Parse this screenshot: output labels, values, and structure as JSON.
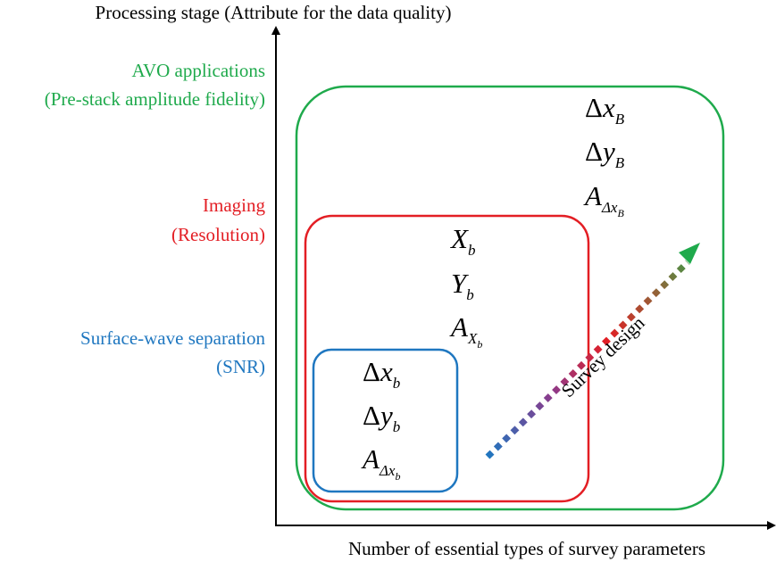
{
  "axes": {
    "y_title": "Processing stage (Attribute for the data quality)",
    "x_title": "Number of essential types of survey parameters"
  },
  "stages": [
    {
      "id": "avo",
      "line1": "AVO applications",
      "line2": "(Pre-stack amplitude fidelity)",
      "color": "#1faa4c"
    },
    {
      "id": "imaging",
      "line1": "Imaging",
      "line2": "(Resolution)",
      "color": "#e31e24"
    },
    {
      "id": "surface",
      "line1": "Surface-wave separation",
      "line2": "(SNR)",
      "color": "#1f77c0"
    }
  ],
  "params": {
    "large": [
      {
        "delta": "Δ",
        "base": "x",
        "sub": "B"
      },
      {
        "delta": "Δ",
        "base": "y",
        "sub": "B"
      },
      {
        "delta": "",
        "base": "A",
        "sub": "Δx",
        "subsub": "B"
      }
    ],
    "medium": [
      {
        "delta": "",
        "base": "X",
        "sub": "b"
      },
      {
        "delta": "",
        "base": "Y",
        "sub": "b"
      },
      {
        "delta": "",
        "base": "A",
        "sub": "X",
        "subsub": "b"
      }
    ],
    "small": [
      {
        "delta": "Δ",
        "base": "x",
        "sub": "b"
      },
      {
        "delta": "Δ",
        "base": "y",
        "sub": "b"
      },
      {
        "delta": "",
        "base": "A",
        "sub": "Δx",
        "subsub": "b"
      }
    ]
  },
  "arrow": {
    "label": "Survey design",
    "gradient": [
      "#1f77c0",
      "#8e3a8a",
      "#e31e24",
      "#8a6a3a",
      "#1faa4c"
    ]
  }
}
